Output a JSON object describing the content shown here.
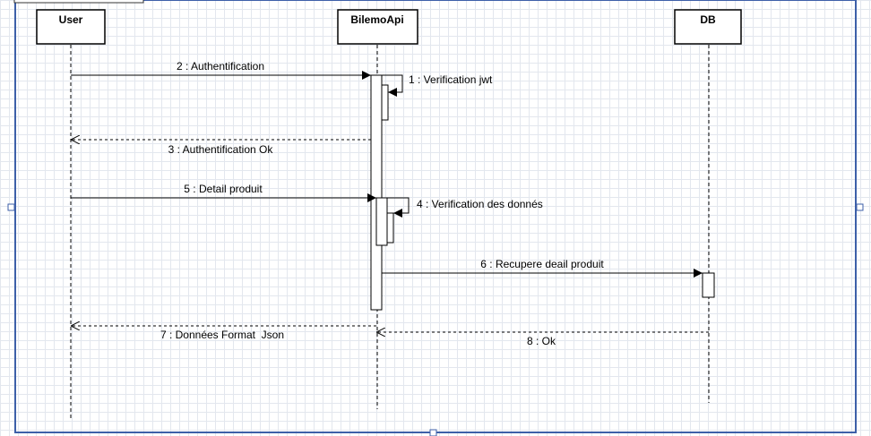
{
  "diagram": {
    "lifelines": [
      {
        "id": "user",
        "name": "User"
      },
      {
        "id": "api",
        "name": "BilemoApi"
      },
      {
        "id": "db",
        "name": "DB"
      }
    ],
    "messages": [
      {
        "id": "m2",
        "label": "2 : Authentification",
        "from": "user",
        "to": "api",
        "kind": "sync"
      },
      {
        "id": "m1",
        "label": "1 : Verification jwt",
        "from": "api",
        "to": "api",
        "kind": "self"
      },
      {
        "id": "m3",
        "label": "3 : Authentification Ok",
        "from": "api",
        "to": "user",
        "kind": "reply"
      },
      {
        "id": "m5",
        "label": "5 : Detail produit",
        "from": "user",
        "to": "api",
        "kind": "sync"
      },
      {
        "id": "m4",
        "label": "4 : Verification des donnés",
        "from": "api",
        "to": "api",
        "kind": "self"
      },
      {
        "id": "m6",
        "label": "6 : Recupere deail produit",
        "from": "api",
        "to": "db",
        "kind": "sync"
      },
      {
        "id": "m7",
        "label": "7 : Données Format  Json",
        "from": "api",
        "to": "user",
        "kind": "reply"
      },
      {
        "id": "m8",
        "label": "8 : Ok",
        "from": "db",
        "to": "api",
        "kind": "reply"
      }
    ]
  }
}
